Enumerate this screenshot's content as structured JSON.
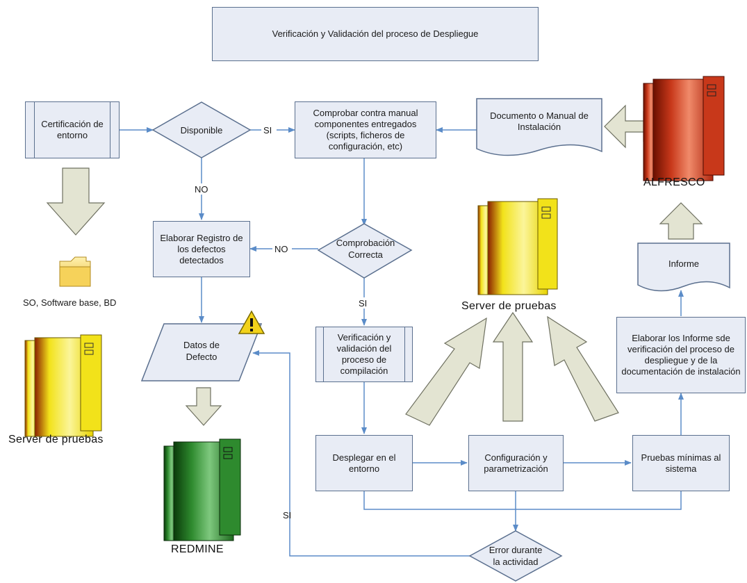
{
  "title": "Verificación y Validación del proceso de Despliegue",
  "nodes": {
    "certificacion": "Certificación de entorno",
    "disponible": "Disponible",
    "comprobar_manual": "Comprobar contra manual componentes entregados (scripts, ficheros de configuración, etc)",
    "documento_manual": "Documento o Manual de Instalación",
    "elaborar_registro": "Elaborar Registro de los defectos detectados",
    "comprobacion": [
      "Comprobación",
      "Correcta"
    ],
    "datos_defecto": [
      "Datos de",
      "Defecto"
    ],
    "verificacion_compilacion": "Verificación y validación del proceso de compilación",
    "desplegar": "Desplegar en el entorno",
    "configuracion": "Configuración y parametrización",
    "pruebas": "Pruebas mínimas al sistema",
    "elaborar_informes": "Elaborar los Informe sde verificación del proceso de despliegue y de la documentación de instalación",
    "informe": "Informe",
    "error": [
      "Error durante",
      "la actividad"
    ]
  },
  "edge_labels": {
    "si_disponible": "SI",
    "no_disponible": "NO",
    "no_comprobacion": "NO",
    "si_comprobacion": "SI",
    "si_error": "SI"
  },
  "captions": {
    "so_software": "SO, Software base, BD",
    "server_left": "Server de pruebas",
    "server_center": "Server de pruebas",
    "alfresco": "ALFRESCO",
    "redmine": "REDMINE"
  },
  "icons": {
    "folder": "folder-icon",
    "warning": "warning-icon",
    "server_yellow": "server-icon",
    "server_red": "server-icon",
    "server_green": "server-icon"
  },
  "colors": {
    "box_fill": "#e8ecf5",
    "box_border": "#5a6f8e",
    "arrow": "#5b8cc8",
    "big_arrow_fill": "#e3e4d2",
    "big_arrow_stroke": "#6e7060",
    "server_yellow": "#f2e21a",
    "server_red": "#c8381a",
    "server_green": "#2e8a2e"
  }
}
